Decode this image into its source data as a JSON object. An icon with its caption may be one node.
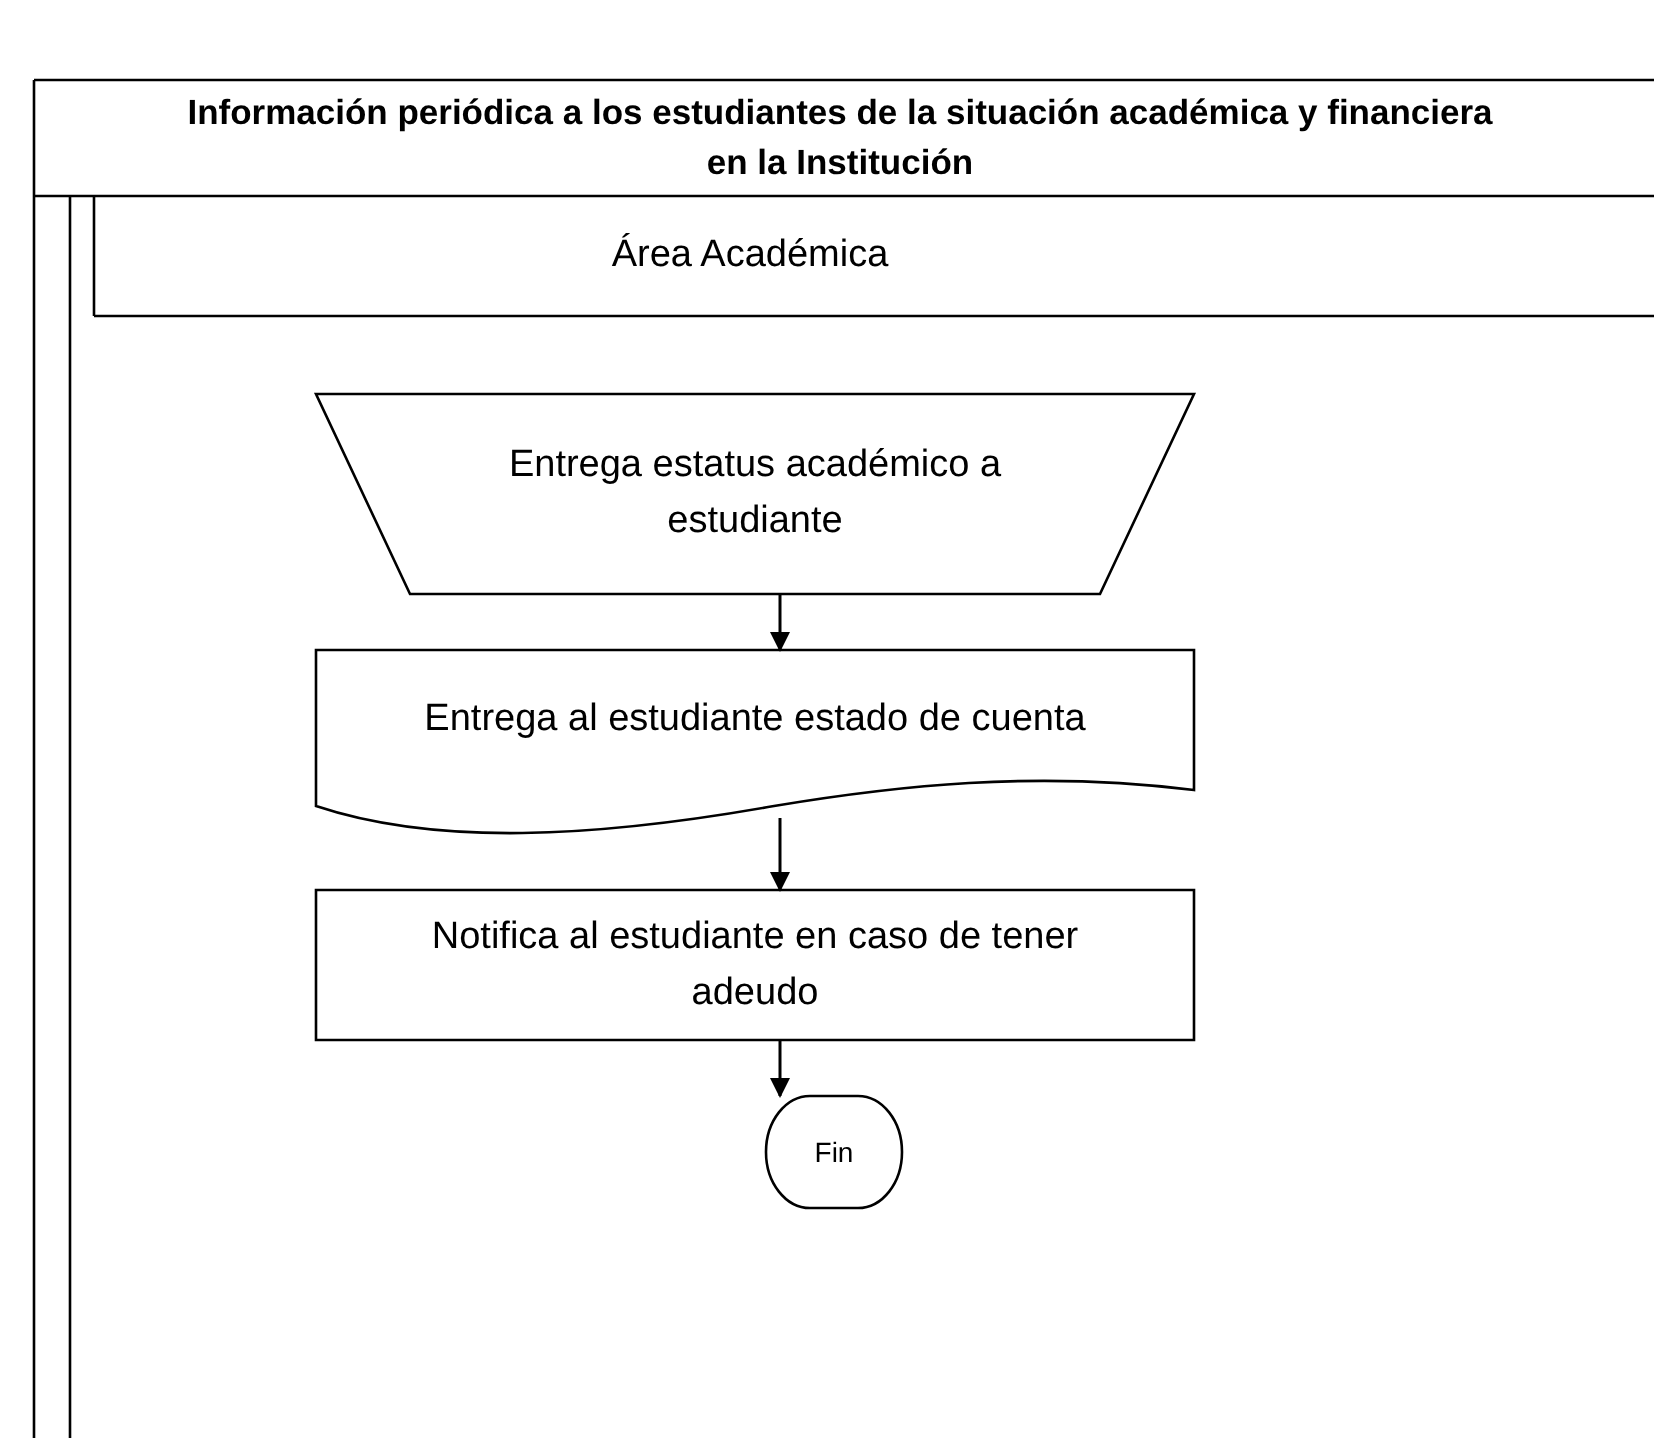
{
  "diagram": {
    "title": "Información periódica a los estudiantes de la situación académica y financiera en la Institución",
    "nodes": [
      {
        "text": [
          "Área Académica"
        ]
      },
      {
        "text": [
          "Entrega estatus académico a estudiante"
        ],
        "in": 0
      },
      {
        "text": [
          "Entrega al estudiante estado de cuenta"
        ],
        "in": 0
      },
      {
        "text": [
          "Notifica al estudiante en caso de tener adeudo"
        ],
        "in": 0
      },
      {
        "text": [
          "Fin"
        ],
        "in": 0
      }
    ],
    "edges": [
      {
        "from": 1,
        "to": 2,
        "arrow": "to"
      },
      {
        "from": 2,
        "to": 3,
        "arrow": "to"
      },
      {
        "from": 3,
        "to": 4,
        "arrow": "to"
      }
    ]
  }
}
